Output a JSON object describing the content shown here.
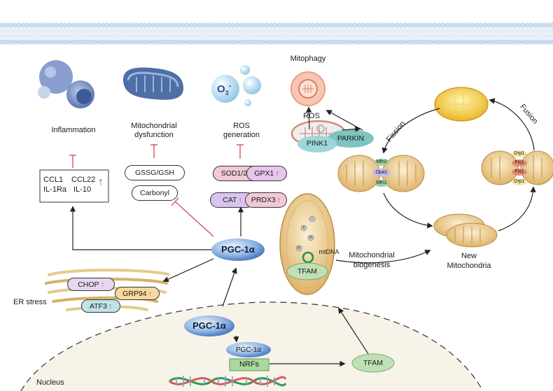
{
  "top_labels": {
    "inflammation": "Inflammation",
    "mito_dysfunction_1": "Mitochondrial",
    "mito_dysfunction_2": "dysfunction",
    "ros_gen_1": "ROS",
    "ros_gen_2": "generation",
    "mitophagy": "Mitophagy",
    "ros": "ROS",
    "fission": "Fission",
    "fusion": "Fusion",
    "o3": "O",
    "o3_sub": "3",
    "o3_sup": "-"
  },
  "inflammation_box": {
    "row1_a": "CCL1",
    "row1_b": "CCL22",
    "row2_a": "IL-1Ra",
    "row2_b": "IL-10"
  },
  "dysfunction_markers": {
    "gssg": "GSSG/GSH",
    "carbonyl": "Carbonyl"
  },
  "ros_enzymes": {
    "sod": "SOD1/2",
    "gpx": "GPX1",
    "cat": "CAT",
    "prdx": "PRDX3"
  },
  "mitophagy_proteins": {
    "pink1": "PINK1",
    "parkin": "PARKIN"
  },
  "fission_proteins": {
    "mfn2": "Mfn2",
    "opa1": "Opa1",
    "mfn1": "Mfn1"
  },
  "fusion_proteins": {
    "drp1_top": "Drp1",
    "fis1_a": "Fis1",
    "fis1_b": "Fis1",
    "drp1_bottom": "Drp1"
  },
  "mtdna_panel": {
    "complex_1": "I",
    "complex_2": "II",
    "complex_3": "III",
    "complex_4": "IV",
    "mtdna": "mtDNA",
    "tfam": "TFAM"
  },
  "biogenesis": {
    "label_1": "Mitochondrial",
    "label_2": "biogenesis",
    "new_1": "New",
    "new_2": "Mitochondria"
  },
  "center": {
    "pgc_main": "PGC-1α",
    "pgc_nucleus": "PGC-1α",
    "pgc_small": "PGC-1α",
    "nrfs": "NRFs",
    "tfam_out": "TFAM"
  },
  "er_stress": {
    "label": "ER stress",
    "chop": "CHOP",
    "grp94": "GRP94",
    "atf3": "ATF3"
  },
  "nucleus_label": "Nucleus",
  "colors": {
    "membrane": "#9fc3e6",
    "pgc_blue": "#3d78c8",
    "inhibit_red": "#d24848",
    "up_arrow_purple": "#9a3fb0",
    "tfam_green": "#bfe0b4",
    "mito_tan": "#e9c98a"
  }
}
